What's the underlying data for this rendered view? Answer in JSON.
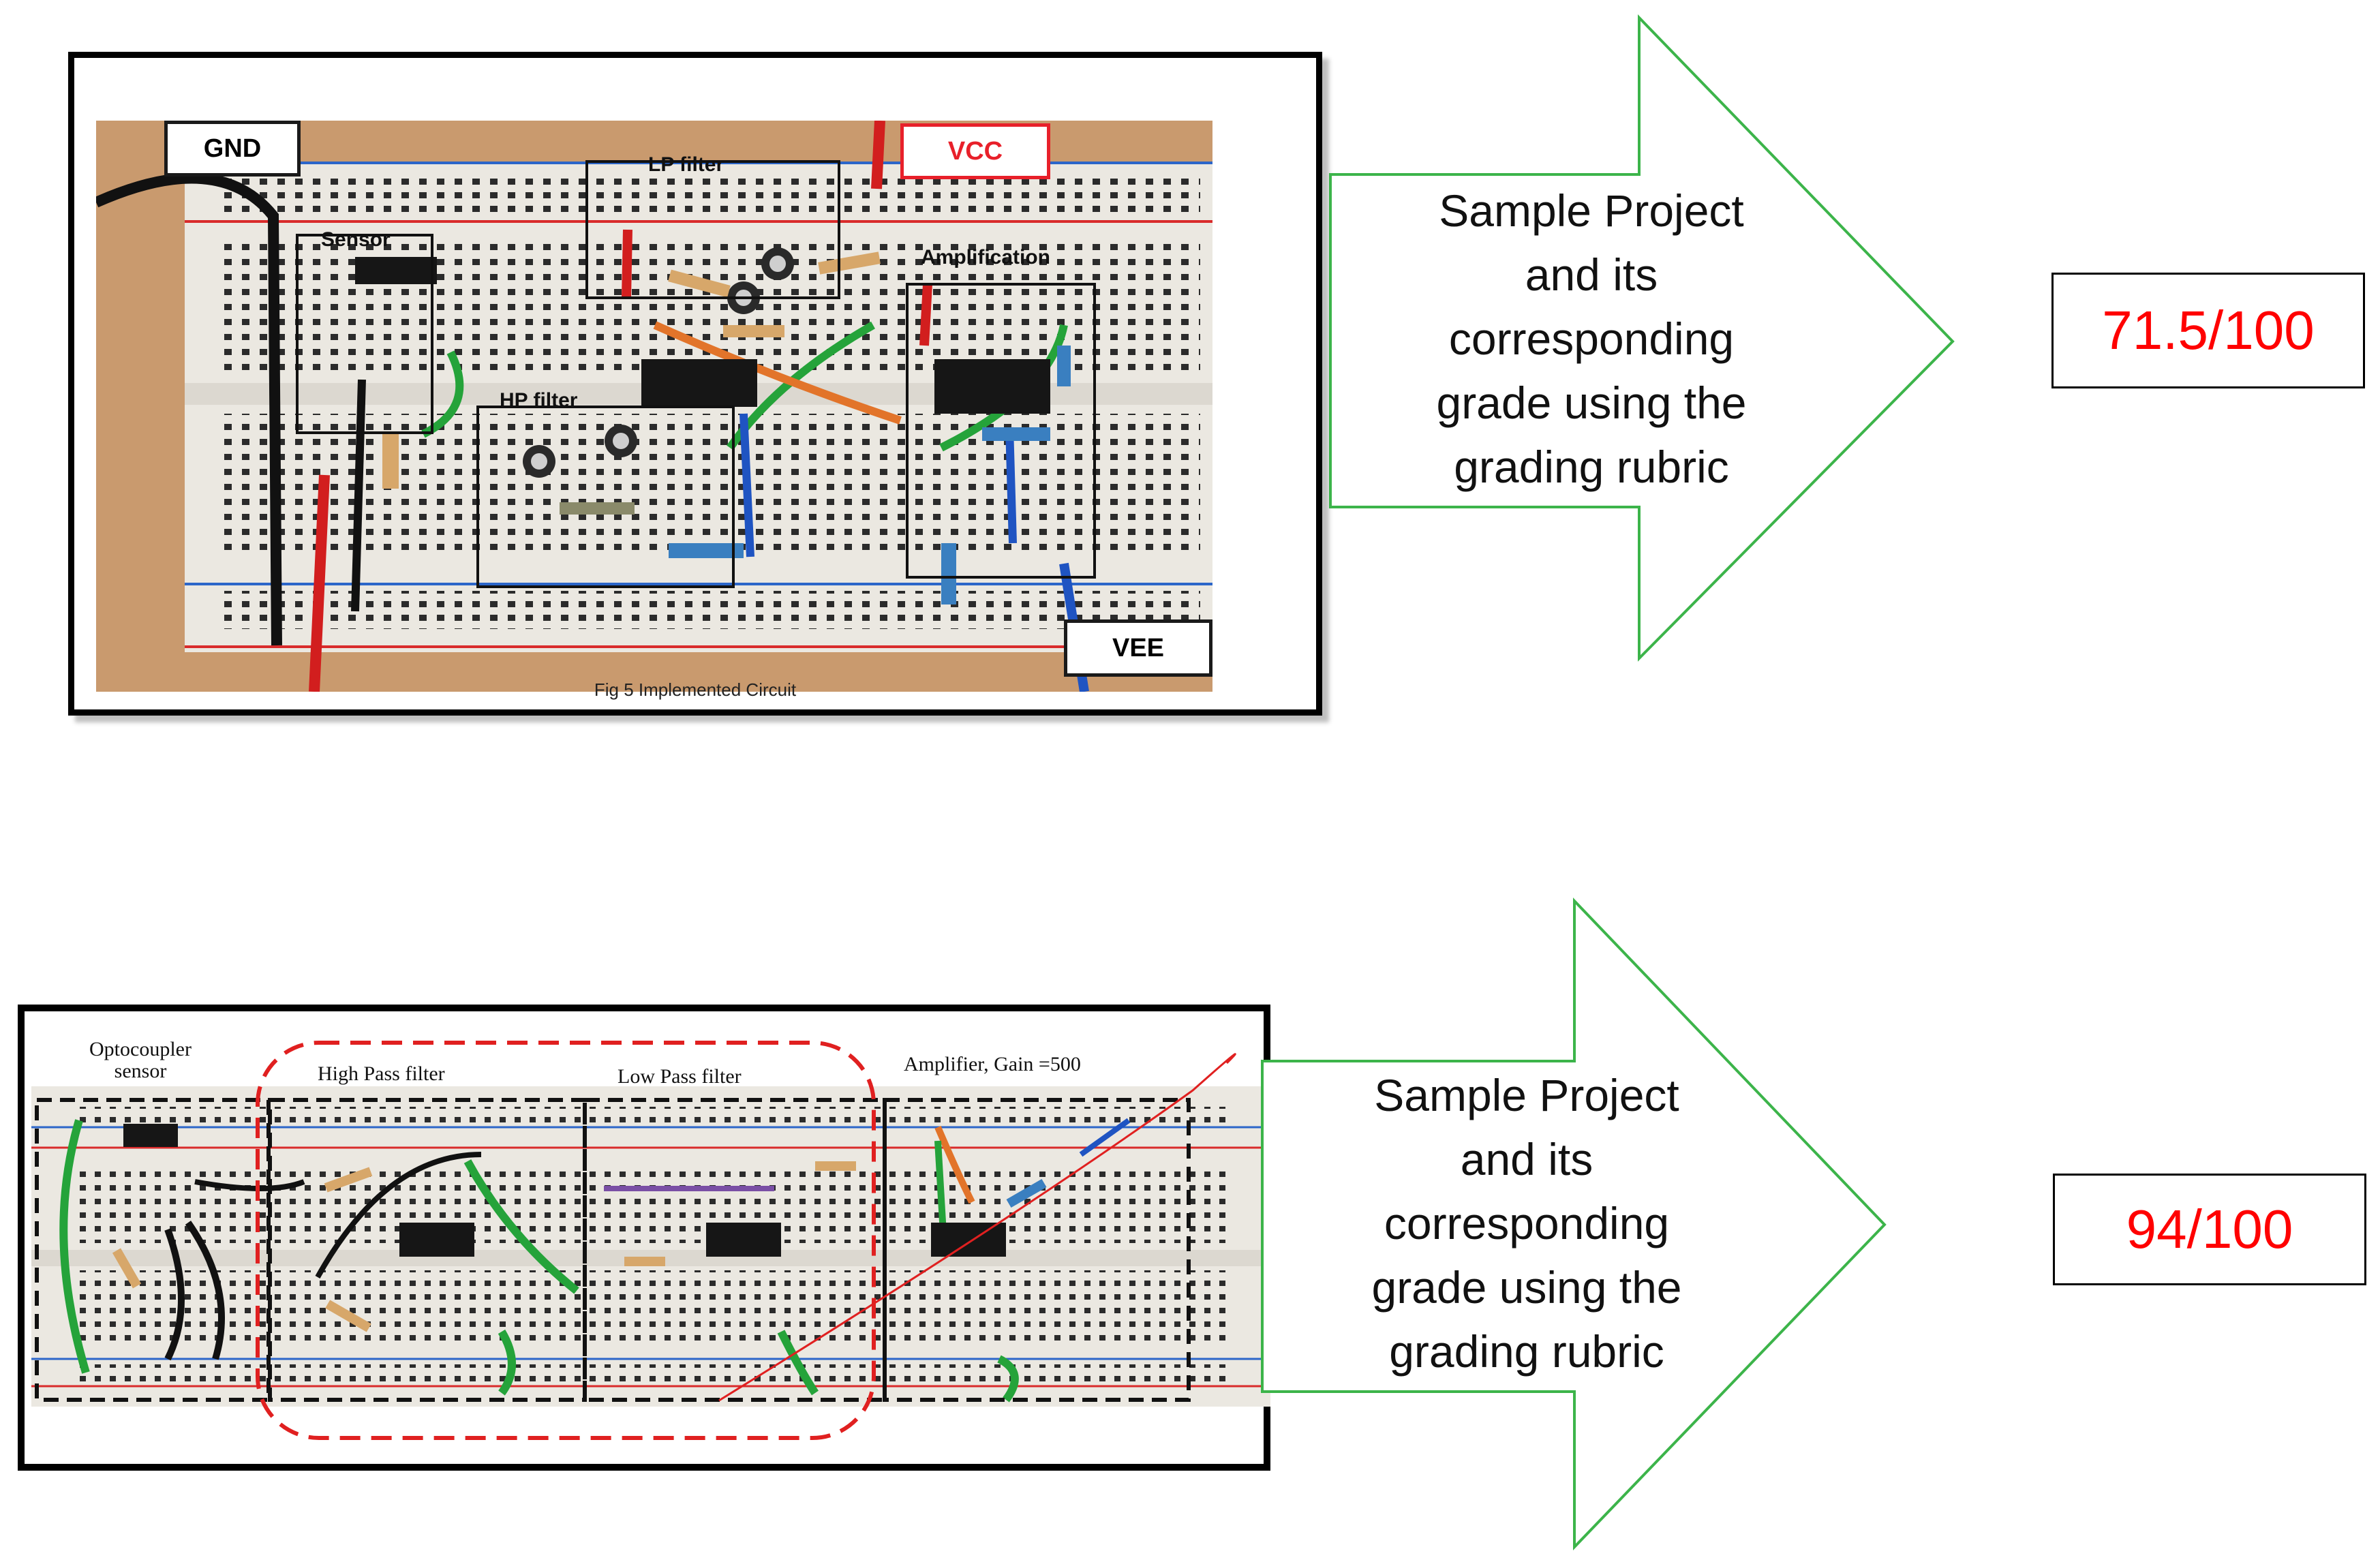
{
  "colors": {
    "grade_text": "#ff0000",
    "arrow_outline": "#3cb44a",
    "vcc_label": "#e8202a",
    "board": "#ebe8e1",
    "wood": "#c99a6e",
    "red_dashed": "#e02020"
  },
  "project1": {
    "caption": "Fig 5 Implemented Circuit",
    "labels": {
      "gnd": "GND",
      "vcc": "VCC",
      "vee": "VEE",
      "lp_filter": "LP filter",
      "sensor": "Sensor",
      "amplification": "Amplification",
      "hp_filter": "HP filter"
    },
    "arrow_text": [
      "Sample Project",
      "and its",
      "corresponding",
      "grade using the",
      "grading rubric"
    ],
    "grade": "71.5/100"
  },
  "project2": {
    "labels": {
      "optocoupler": [
        "Optocoupler",
        "sensor"
      ],
      "high_pass": "High Pass filter",
      "low_pass": "Low Pass filter",
      "amplifier": "Amplifier, Gain =500"
    },
    "arrow_text": [
      "Sample Project",
      "and its",
      "corresponding",
      "grade using the",
      "grading rubric"
    ],
    "grade": "94/100"
  }
}
